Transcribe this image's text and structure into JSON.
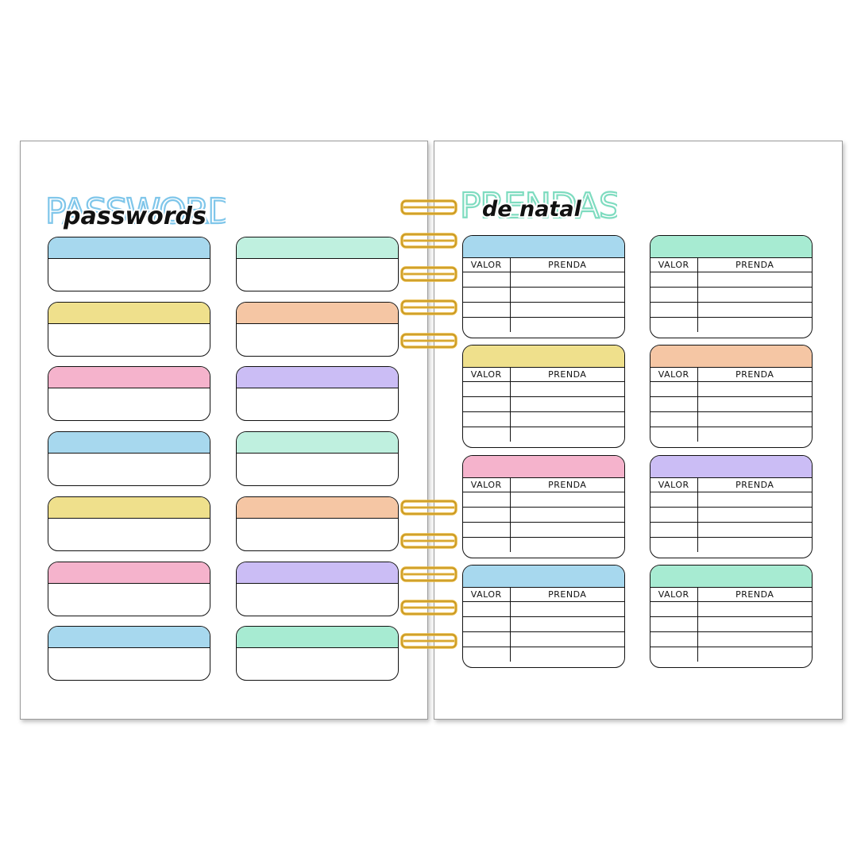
{
  "left_page": {
    "title_outline": "PASSWORDS",
    "title_script": "passwords",
    "cards": [
      {
        "color": "#a7d8ee"
      },
      {
        "color": "#bff0df"
      },
      {
        "color": "#efe08c"
      },
      {
        "color": "#f5c6a4"
      },
      {
        "color": "#f5b3cc"
      },
      {
        "color": "#cbbdf5"
      },
      {
        "color": "#a7d8ee"
      },
      {
        "color": "#bff0df"
      },
      {
        "color": "#efe08c"
      },
      {
        "color": "#f5c6a4"
      },
      {
        "color": "#f5b3cc"
      },
      {
        "color": "#cbbdf5"
      },
      {
        "color": "#a7d8ee"
      },
      {
        "color": "#a7ebd2"
      }
    ]
  },
  "right_page": {
    "title_outline": "PRENDAS",
    "title_script": "de natal",
    "col_valor": "VALOR",
    "col_prenda": "PRENDA",
    "cards": [
      {
        "color": "#a7d8ee"
      },
      {
        "color": "#a7ebd2"
      },
      {
        "color": "#efe08c"
      },
      {
        "color": "#f5c6a4"
      },
      {
        "color": "#f5b3cc"
      },
      {
        "color": "#cbbdf5"
      },
      {
        "color": "#a7d8ee"
      },
      {
        "color": "#a7ebd2"
      }
    ]
  },
  "colors": {
    "passwords_title": "#7fc6ea",
    "prendas_title": "#7fdcc0",
    "spiral": "#e7b63c"
  }
}
